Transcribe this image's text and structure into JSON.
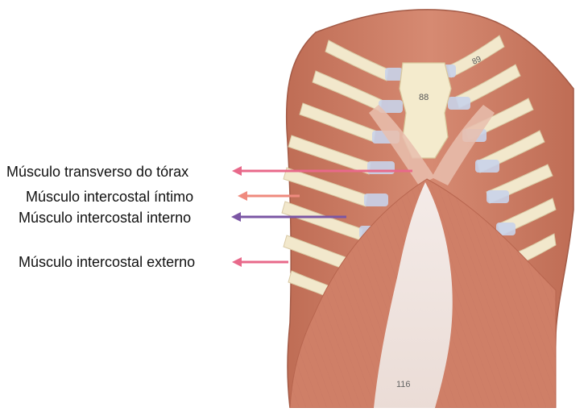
{
  "labels": [
    {
      "text": "Músculo transverso do tórax",
      "color": "#e8698a"
    },
    {
      "text": "Músculo intercostal íntimo",
      "color": "#ef8a7e"
    },
    {
      "text": "Músculo intercostal interno",
      "color": "#7b56a4"
    },
    {
      "text": "Músculo intercostal externo",
      "color": "#e8698a"
    }
  ],
  "model_numbers": [
    "88",
    "89",
    "116"
  ],
  "colors": {
    "muscle": "#cf7f67",
    "muscle_dark": "#b8664f",
    "rib": "#f2e8cc",
    "cartilage": "#c9d3ea",
    "tendon": "#f3ece9"
  }
}
